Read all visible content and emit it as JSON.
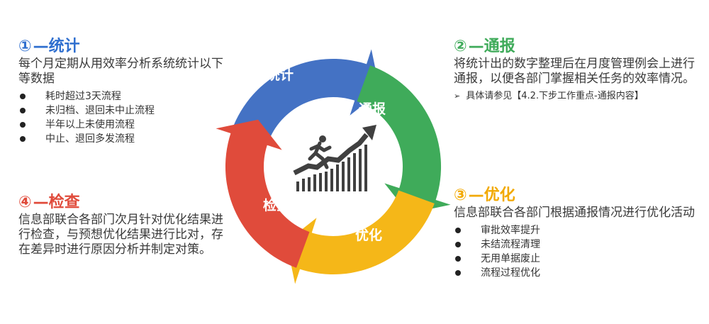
{
  "colors": {
    "blue": "#4472c4",
    "green": "#3fab5a",
    "yellow": "#f5b718",
    "red": "#e04b3b",
    "text": "#3a3a3a",
    "icon": "#404040"
  },
  "cycle": {
    "segments": [
      {
        "label": "统计",
        "color": "#4472c4"
      },
      {
        "label": "通报",
        "color": "#3fab5a"
      },
      {
        "label": "优化",
        "color": "#f5b718"
      },
      {
        "label": "检查",
        "color": "#e04b3b"
      }
    ],
    "center_icon": "runner-on-rising-chart-icon"
  },
  "panels": {
    "p1": {
      "number": "①",
      "title": "—统计",
      "color": "#2f6fcf",
      "description": "每个月定期从用效率分析系统统计以下等数据",
      "bullets": [
        "耗时超过3天流程",
        "未归档、退回未中止流程",
        "半年以上未使用流程",
        "中止、退回多发流程"
      ]
    },
    "p2": {
      "number": "②",
      "title": "—通报",
      "color": "#3fab5a",
      "description": "将统计出的数字整理后在月度管理例会上进行通报，以便各部门掌握相关任务的效率情况。",
      "ref_arrow": "➢",
      "ref": "具体请参见【4.2.下步工作重点-通报内容】"
    },
    "p3": {
      "number": "③",
      "title": "—优化",
      "color": "#f2a900",
      "description": "信息部联合各部门根据通报情况进行优化活动",
      "bullets": [
        "审批效率提升",
        "未结流程清理",
        "无用单据废止",
        "流程过程优化"
      ]
    },
    "p4": {
      "number": "④",
      "title": "—检查",
      "color": "#e04b3b",
      "description": "信息部联合各部门次月针对优化结果进行检查，与预想优化结果进行比对，存在差异时进行原因分析并制定对策。"
    }
  }
}
